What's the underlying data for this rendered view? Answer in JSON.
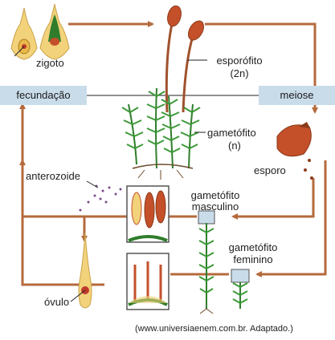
{
  "colors": {
    "arrow": "#b46a3c",
    "band": "#c9dcea",
    "sporophyte": "#c4502a",
    "leaf": "#2f7d2c",
    "tissue": "#f2d27a"
  },
  "labels": {
    "zygote": "zigoto",
    "sporophyte": "esporófito",
    "sporophyte_ploidy": "(2n)",
    "fertilization": "fecundação",
    "meiosis": "meiose",
    "gametophyte": "gametófito",
    "gametophyte_ploidy": "(n)",
    "spore": "esporo",
    "antherozoid": "anterozoide",
    "male_gametophyte_1": "gametófito",
    "male_gametophyte_2": "masculino",
    "female_gametophyte_1": "gametófito",
    "female_gametophyte_2": "feminino",
    "ovule": "óvulo"
  },
  "credit": "(www.universiaenem.com.br. Adaptado.)"
}
